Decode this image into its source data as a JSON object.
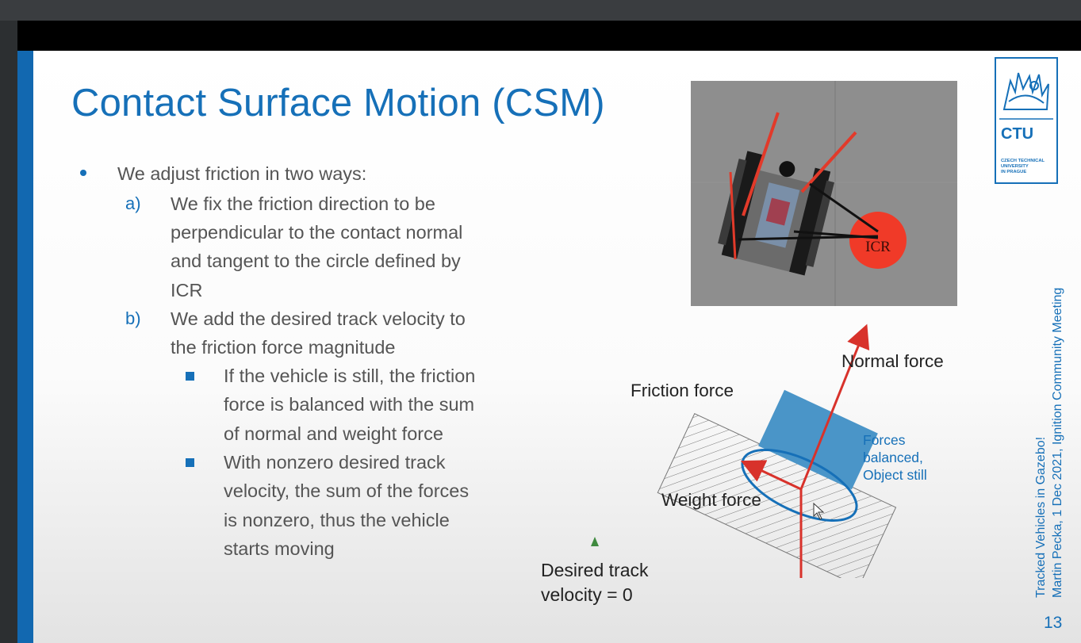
{
  "slide": {
    "title": "Contact Surface Motion (CSM)",
    "bullet_main": "We adjust friction in two ways:",
    "item_a": {
      "marker": "a)",
      "lines": [
        "We fix the friction direction to be",
        "perpendicular to the contact normal",
        "and tangent to the circle defined by",
        "ICR"
      ]
    },
    "item_b": {
      "marker": "b)",
      "lines": [
        "We add the desired track velocity to",
        "the friction force magnitude"
      ]
    },
    "sub_1": {
      "lines": [
        "If the vehicle is still, the friction",
        "force is balanced with the sum",
        "of normal and weight force"
      ]
    },
    "sub_2": {
      "lines": [
        "With nonzero desired track",
        "velocity, the sum of the forces",
        "is nonzero, thus the vehicle",
        "starts moving"
      ]
    },
    "sim_label": "ICR",
    "diagram": {
      "normal_force": "Normal force",
      "friction_force": "Friction force",
      "weight_force": "Weight force",
      "balanced_lines": [
        "Forces",
        "balanced,",
        "Object still"
      ],
      "desired_lines": [
        "Desired track",
        "velocity = 0"
      ]
    },
    "logo": {
      "name": "CTU",
      "sub_lines": [
        "CZECH TECHNICAL",
        "UNIVERSITY",
        "IN PRAGUE"
      ]
    },
    "footer_lines": [
      "Tracked Vehicles in Gazebo!",
      "Martin Pecka, 1 Dec 2021, Ignition Community Meeting"
    ],
    "page_number": "13"
  },
  "colors": {
    "accent_blue": "#1670b8",
    "force_red": "#d8322b",
    "box_blue": "#4a95c8",
    "icr_red": "#f03a28"
  },
  "icons": {
    "bullet": "filled-circle",
    "sub_bullet": "filled-square",
    "cursor": "mouse-pointer-icon",
    "velocity_marker": "green-triangle-icon"
  }
}
